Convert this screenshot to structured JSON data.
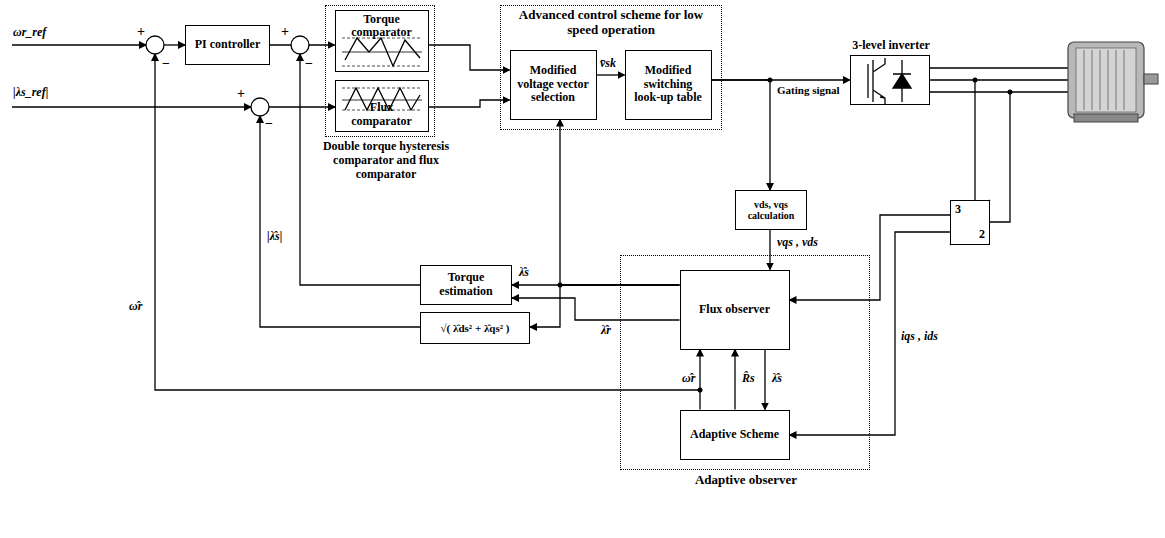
{
  "diagram": {
    "nodes": [
      {
        "text": [
          "Double torque hysteresis comparator and flux comparator"
        ]
      },
      {
        "text": [
          "Torque comparator"
        ],
        "in": 0
      },
      {
        "text": [
          "Flux comparator"
        ],
        "in": 0
      },
      {
        "text": [
          "PI controller"
        ]
      },
      {
        "text": [
          "Advanced control scheme for low speed operation"
        ]
      },
      {
        "text": [
          "Modified voltage vector selection"
        ],
        "in": 4
      },
      {
        "text": [
          "Modified switching look-up table"
        ],
        "in": 4
      },
      {
        "text": [
          "3-level inverter"
        ]
      },
      {
        "text": [
          "vds, vqs calculation"
        ]
      },
      {
        "text": [
          "Adaptive observer"
        ]
      },
      {
        "text": [
          "Flux observer"
        ],
        "in": 9
      },
      {
        "text": [
          "Adaptive Scheme"
        ],
        "in": 9
      },
      {
        "text": [
          "Torque estimation"
        ]
      },
      {
        "text": [
          "√( λ̂ds² + λ̂qs² )"
        ]
      },
      {
        "text": [
          "3",
          "2"
        ]
      }
    ],
    "edges": [
      {
        "from": 3,
        "to": 1,
        "arrow": "to"
      },
      {
        "from": 1,
        "to": 5,
        "arrow": "to"
      },
      {
        "from": 2,
        "to": 5,
        "arrow": "to"
      },
      {
        "from": 5,
        "to": 6,
        "label": "v̄sk",
        "arrow": "to"
      },
      {
        "from": 6,
        "to": 7,
        "label": "Gating signal",
        "arrow": "to"
      },
      {
        "from": 6,
        "to": 8,
        "arrow": "to"
      },
      {
        "from": 8,
        "to": 10,
        "label": "vqs , vds",
        "arrow": "to"
      },
      {
        "from": 14,
        "to": 10,
        "arrow": "to"
      },
      {
        "from": 14,
        "to": 11,
        "arrow": "to"
      },
      {
        "from": 10,
        "to": 12,
        "label": "λ̂s",
        "arrow": "to"
      },
      {
        "from": 10,
        "to": 12,
        "label": "λ̂r",
        "arrow": "to"
      },
      {
        "from": 10,
        "to": 13,
        "arrow": "to"
      },
      {
        "from": 10,
        "to": 5,
        "arrow": "to"
      },
      {
        "from": 10,
        "to": 11,
        "label": "λ̂s",
        "arrow": "to"
      },
      {
        "from": 11,
        "to": 10,
        "label": "R̂s",
        "arrow": "to"
      },
      {
        "from": 11,
        "to": 10,
        "label": "ω̂r",
        "arrow": "to"
      }
    ],
    "labels": [
      "ωr_ref",
      "+",
      "−",
      "|λs_ref|",
      "+",
      "−",
      "+",
      "−",
      "ω̂r",
      "|λ̂s|",
      "iqs , ids"
    ]
  }
}
